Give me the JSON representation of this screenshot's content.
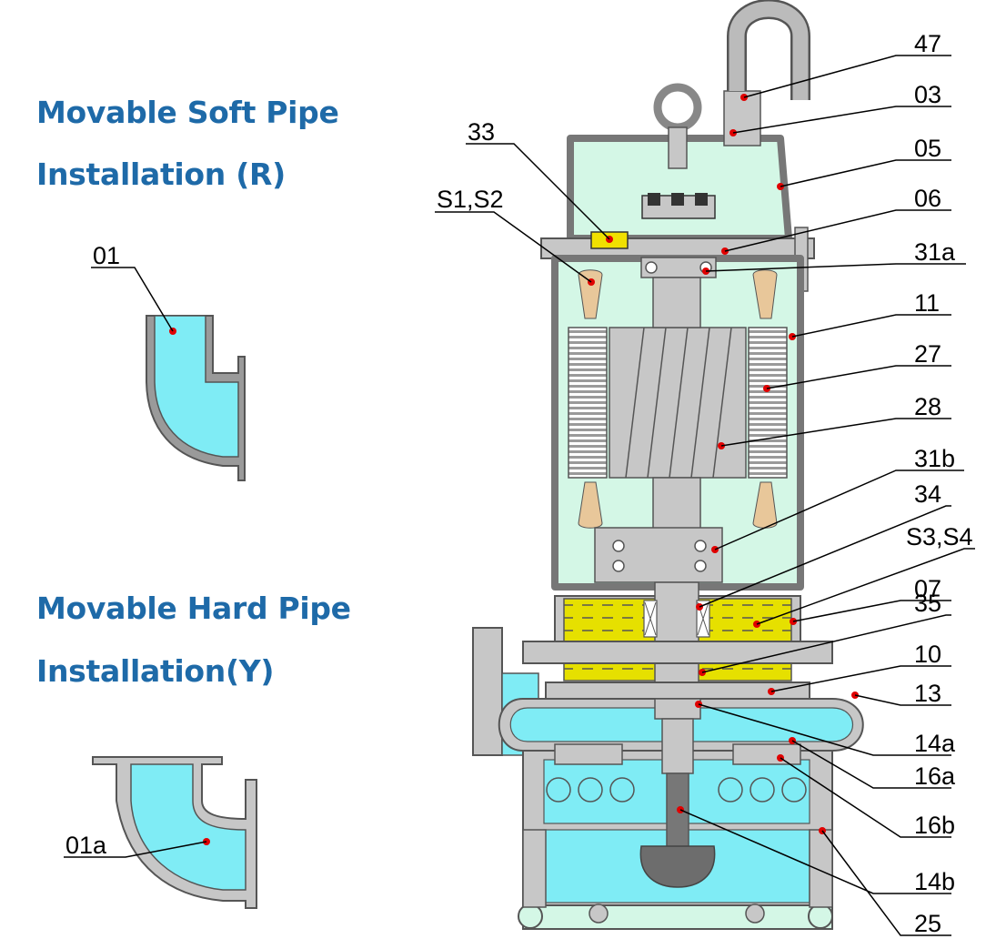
{
  "headings": {
    "soft_line1": "Movable Soft Pipe",
    "soft_line2": "Installation (R)",
    "hard_line1": "Movable Hard Pipe",
    "hard_line2": "Installation(Y)"
  },
  "part_labels": {
    "p01": "01",
    "p01a": "01a",
    "p33": "33",
    "pS1S2": "S1,S2",
    "p47": "47",
    "p03": "03",
    "p05": "05",
    "p06": "06",
    "p31a": "31a",
    "p11": "11",
    "p27": "27",
    "p28": "28",
    "p31b": "31b",
    "p34": "34",
    "pS3S4": "S3,S4",
    "p07": "07",
    "p35": "35",
    "p10": "10",
    "p13": "13",
    "p14a": "14a",
    "p16a": "16a",
    "p16b": "16b",
    "p14b": "14b",
    "p25": "25"
  },
  "colors": {
    "heading": "#1e6aa8",
    "water": "#7fecf5",
    "air_chamber": "#d4f7e6",
    "oil": "#e6e000",
    "metal": "#c7c7c7",
    "winding": "#e8c79a",
    "callout_dot": "#e00000"
  }
}
